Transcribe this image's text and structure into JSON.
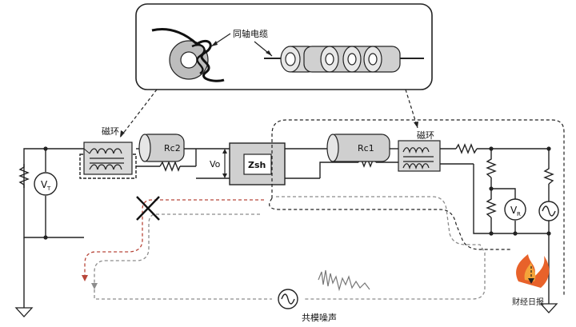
{
  "callout": {
    "coax_label": "同轴电缆"
  },
  "labels": {
    "ferrite_left": "磁环",
    "ferrite_right": "磁环",
    "rc2": "Rc2",
    "rc1": "Rc1",
    "vo": "Vo",
    "zsh": "Zsh",
    "vt_main": "V",
    "vt_sub": "T",
    "vr_main": "V",
    "vr_sub": "R",
    "common_mode_noise": "共模噪声"
  },
  "colors": {
    "ferrite_fill": "#d9d9d9",
    "cable_fill": "#cfcfcf",
    "noise_path_red": "#b8473a",
    "noise_path_gray": "#8c8c8c",
    "watermark_orange": "#e8622a"
  },
  "watermark": {
    "text": "财经日报"
  }
}
